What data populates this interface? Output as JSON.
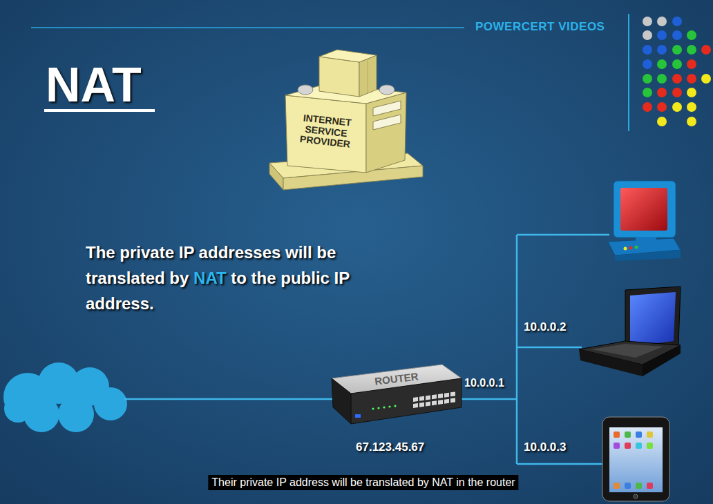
{
  "diagram": {
    "title": "NAT",
    "caption": "Their private IP address will be translated by NAT in the router",
    "nodes": [
      {
        "text": [
          "INTERNET SERVICE PROVIDER"
        ]
      },
      {
        "text": [
          "ROUTER"
        ]
      }
    ],
    "labels": [
      "POWERCERT VIDEOS",
      "The private IP addresses will be translated by NAT to the public IP address.",
      "10.0.0.1",
      "67.123.45.67",
      "10.0.0.2",
      "10.0.0.3"
    ]
  }
}
